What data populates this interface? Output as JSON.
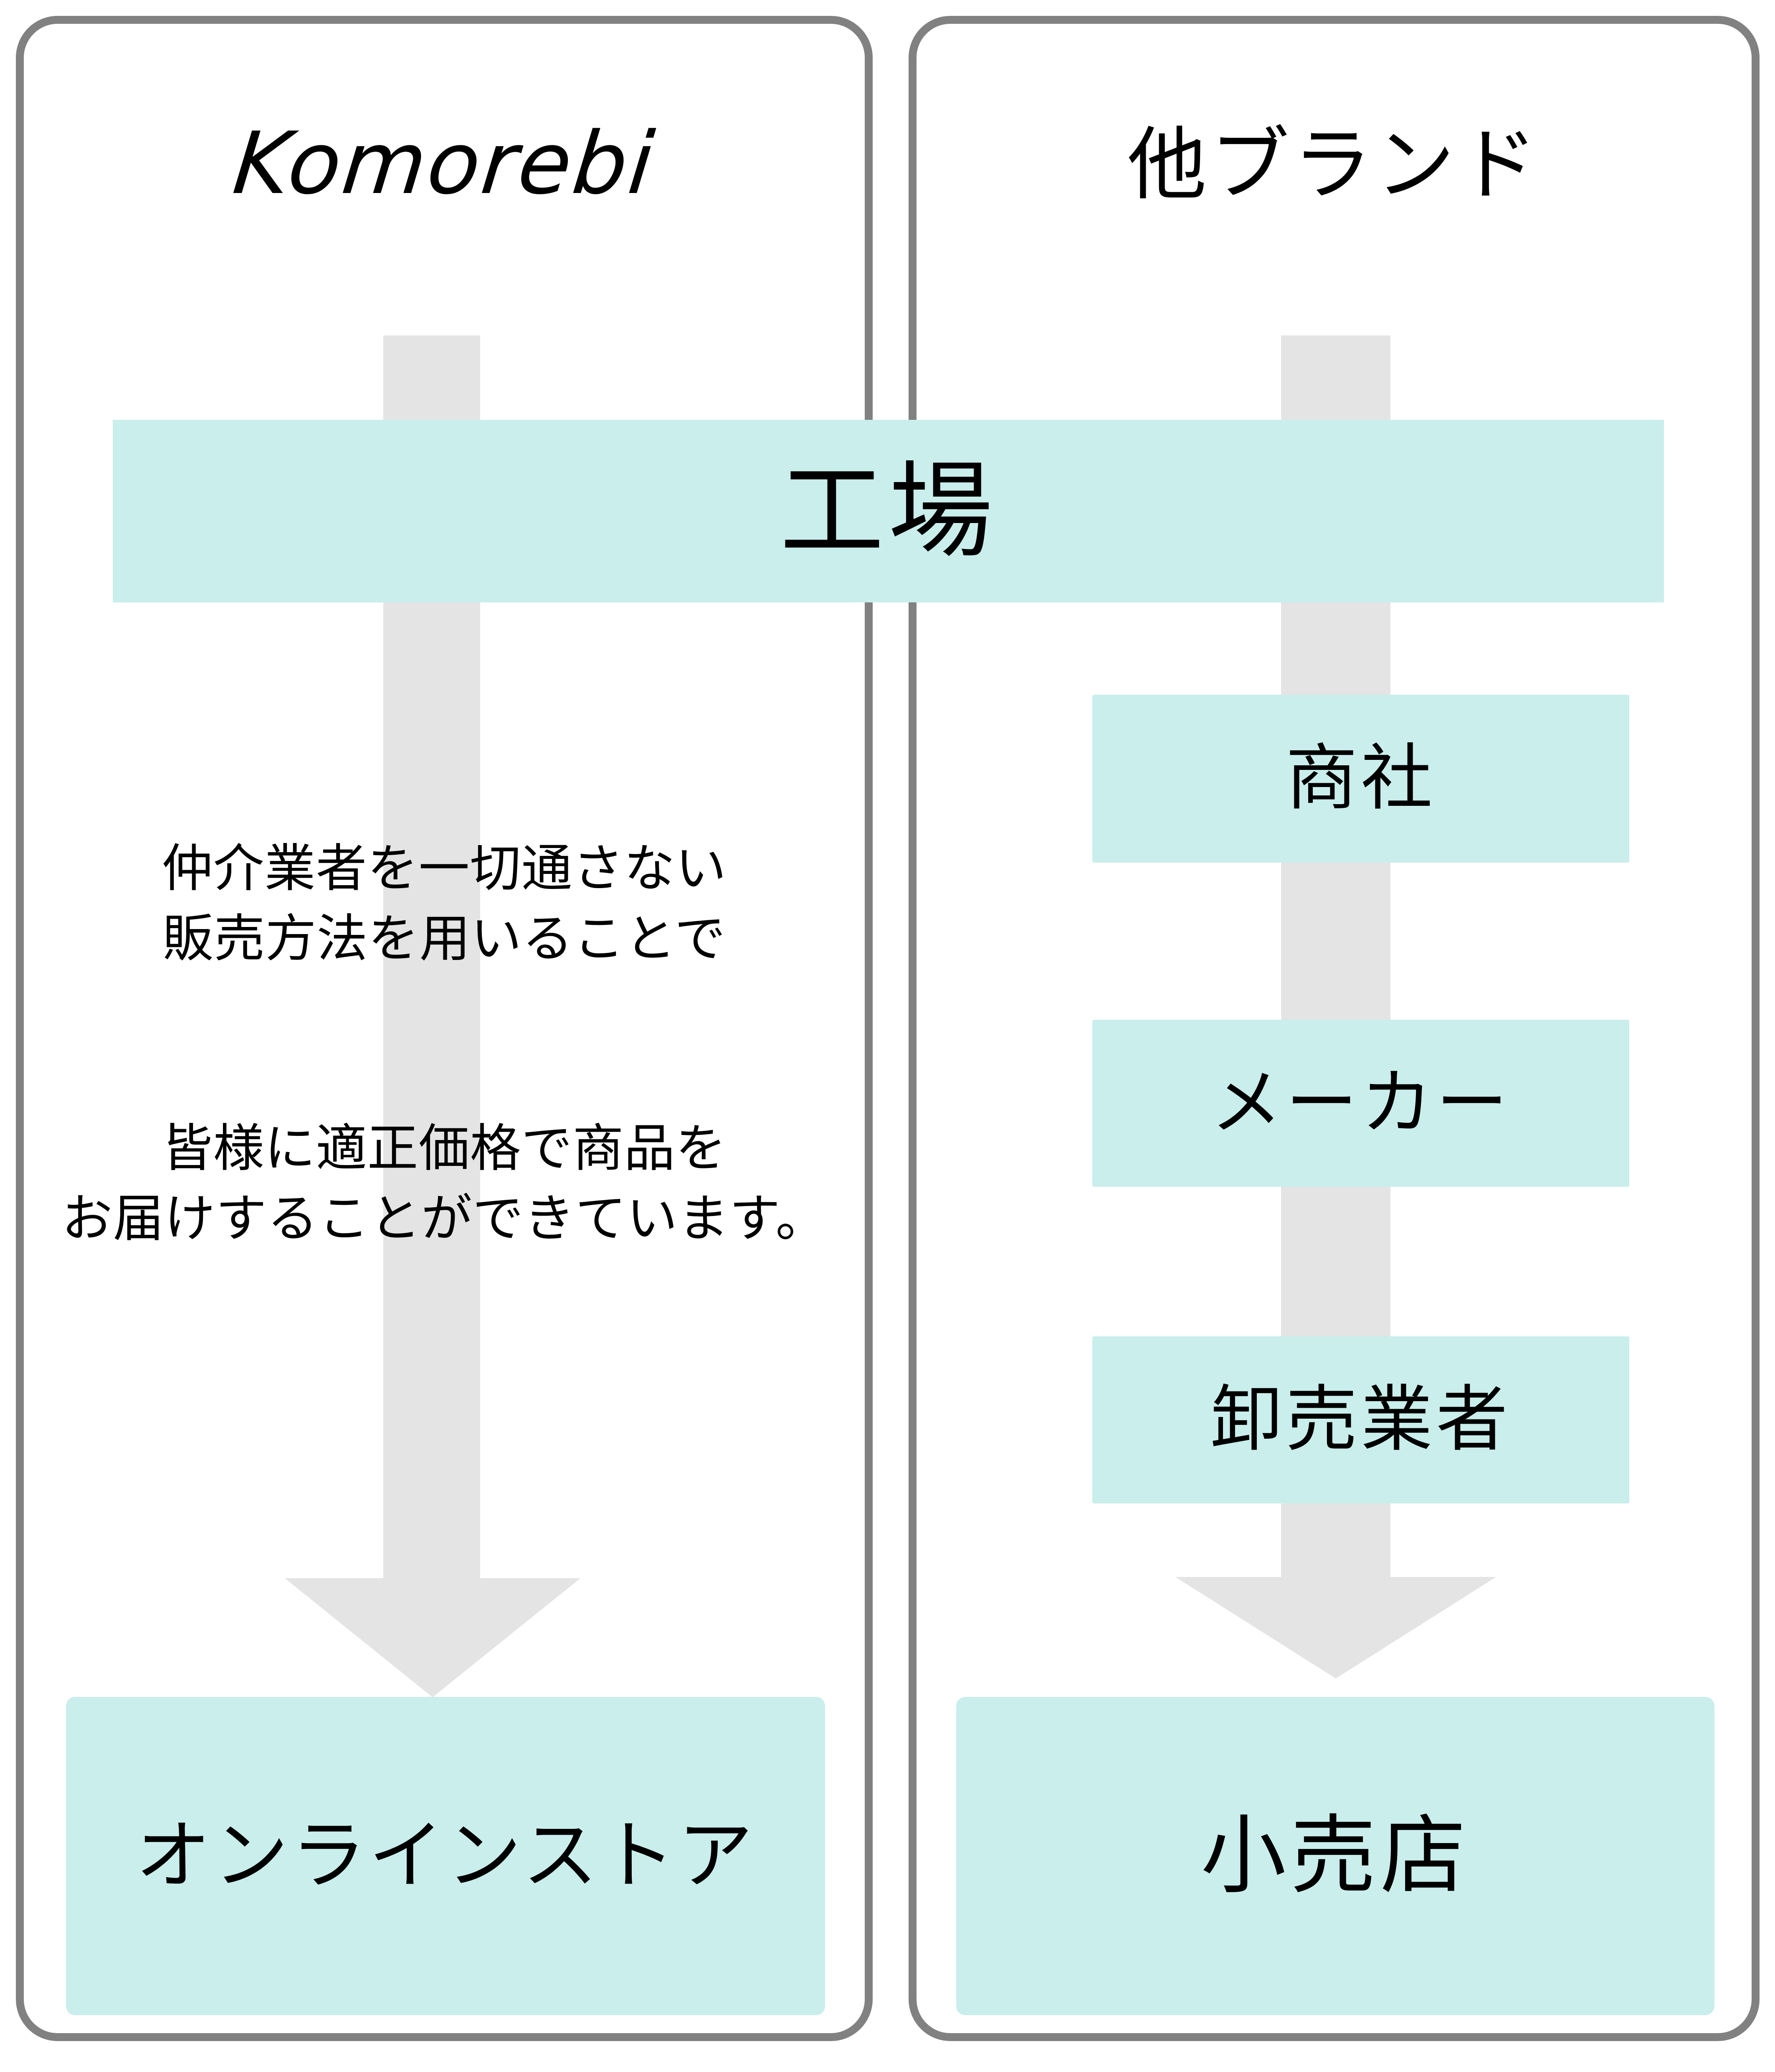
{
  "panels": {
    "left": {
      "title": "Komorebi"
    },
    "right": {
      "title": "他ブランド"
    }
  },
  "shared": {
    "factory_label": "工場"
  },
  "left_flow": {
    "copy_line_1": "仲介業者を一切通さない\n販売方法を用いることで",
    "copy_line_2": "皆様に適正価格で商品を\nお届けすることができています。",
    "destination_label": "オンラインストア"
  },
  "right_flow": {
    "steps": [
      {
        "label": "商社"
      },
      {
        "label": "メーカー"
      },
      {
        "label": "卸売業者"
      }
    ],
    "destination_label": "小売店"
  },
  "colors": {
    "teal_fill": "#c9eeec",
    "arrow_grey": "#e4e4e4",
    "panel_border": "#818181",
    "text": "#000000",
    "background": "#ffffff"
  }
}
